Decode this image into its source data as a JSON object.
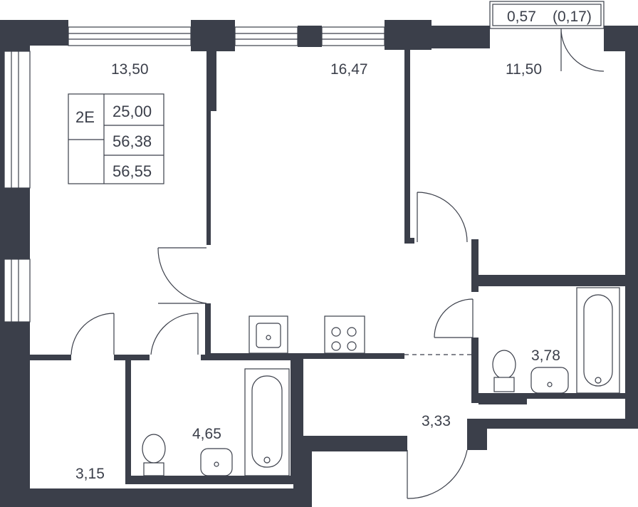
{
  "apartment": {
    "type_code": "2E",
    "living_area": "25,00",
    "total_area": "56,38",
    "total_area_with_balcony": "56,55"
  },
  "rooms": {
    "bedroom_left": "13,50",
    "living_kitchen": "16,47",
    "bedroom_right": "11,50",
    "bathroom_right": "3,78",
    "bathroom_middle": "4,65",
    "hall": "3,33",
    "storage": "3,15"
  },
  "balcony": {
    "area": "0,57",
    "reduced_area": "(0,17)"
  },
  "colors": {
    "wall": "#3b3f4a",
    "background": "#ffffff"
  }
}
